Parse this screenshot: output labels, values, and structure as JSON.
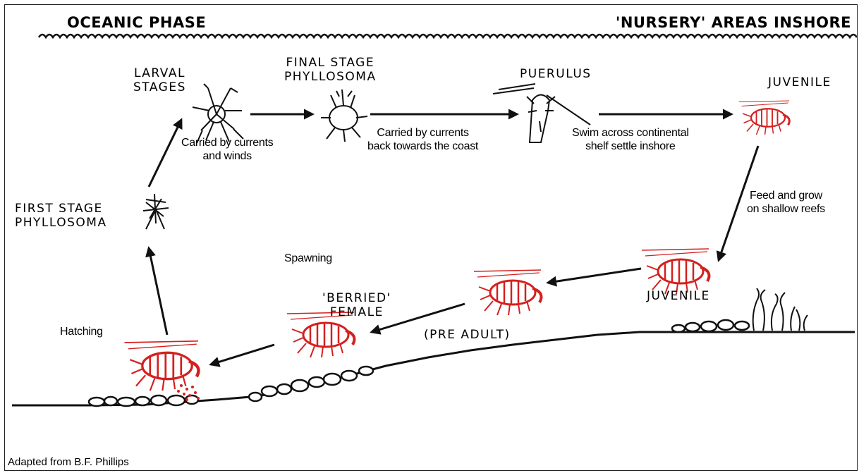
{
  "header": {
    "left": "OCEANIC PHASE",
    "right": "'NURSERY' AREAS INSHORE"
  },
  "stages": {
    "larval": [
      "LARVAL",
      "STAGES"
    ],
    "final_phyllosoma": [
      "FINAL STAGE",
      "PHYLLOSOMA"
    ],
    "puerulus": "PUERULUS",
    "juvenile_top": "JUVENILE",
    "first_phyllosoma": [
      "FIRST STAGE",
      "PHYLLOSOMA"
    ],
    "juvenile_reef": "JUVENILE",
    "berried_female": [
      "'BERRIED'",
      "FEMALE"
    ],
    "pre_adult": "(PRE ADULT)"
  },
  "notes": {
    "currents_winds": [
      "Carried by currents",
      "and winds"
    ],
    "back_to_coast": [
      "Carried by currents",
      "back towards the coast"
    ],
    "swim_across": [
      "Swim across continental",
      "shelf settle inshore"
    ],
    "feed_grow": [
      "Feed and grow",
      "on shallow reefs"
    ],
    "spawning": "Spawning",
    "hatching": "Hatching"
  },
  "credit": "Adapted from  B.F. Phillips",
  "colors": {
    "lobster": "#d4201f",
    "ink": "#111111",
    "background": "#ffffff"
  }
}
